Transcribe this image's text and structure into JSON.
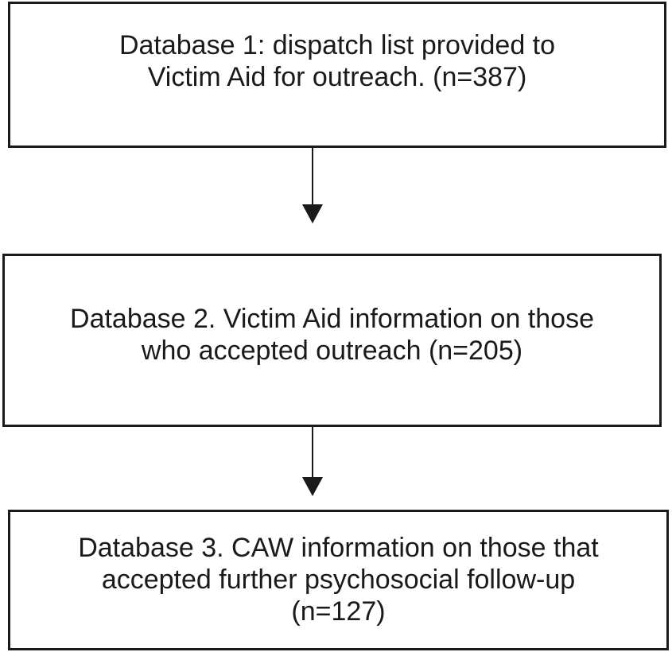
{
  "flowchart": {
    "box1": {
      "lines": [
        "Database 1: dispatch list provided to",
        "Victim Aid for outreach. (n=387)"
      ]
    },
    "box2": {
      "lines": [
        "Database 2. Victim Aid information on those",
        "who accepted outreach (n=205)"
      ]
    },
    "box3": {
      "lines": [
        "Database 3. CAW information on those that",
        "accepted further psychosocial follow-up",
        "(n=127)"
      ]
    }
  }
}
